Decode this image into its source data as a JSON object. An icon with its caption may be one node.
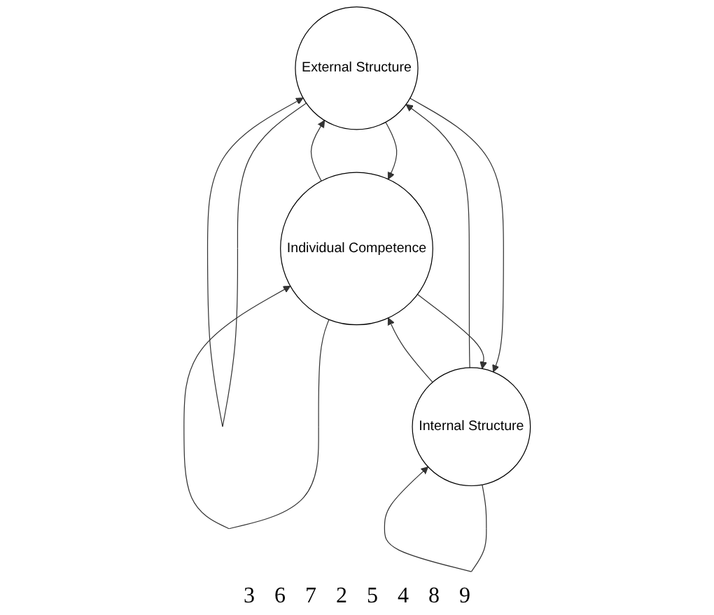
{
  "diagram": {
    "nodes": [
      {
        "text": [
          "External Structure"
        ]
      },
      {
        "text": [
          "Individual Competence"
        ]
      },
      {
        "text": [
          "Internal Structure"
        ]
      }
    ],
    "edges": [
      {
        "from": 0,
        "to": 1,
        "arrow": "to"
      },
      {
        "from": 1,
        "to": 0,
        "arrow": "to"
      },
      {
        "from": 2,
        "to": 0,
        "arrow": "to"
      },
      {
        "from": 0,
        "to": 2,
        "arrow": "to"
      },
      {
        "from": 1,
        "to": 2,
        "arrow": "to"
      },
      {
        "from": 2,
        "to": 1,
        "arrow": "to"
      },
      {
        "from": 0,
        "to": 0,
        "arrow": "to"
      },
      {
        "from": 1,
        "to": 1,
        "arrow": "to"
      },
      {
        "from": 2,
        "to": 2,
        "arrow": "to"
      }
    ],
    "labels": [
      "3",
      "6",
      "7",
      "2",
      "5",
      "4",
      "8",
      "9"
    ]
  }
}
